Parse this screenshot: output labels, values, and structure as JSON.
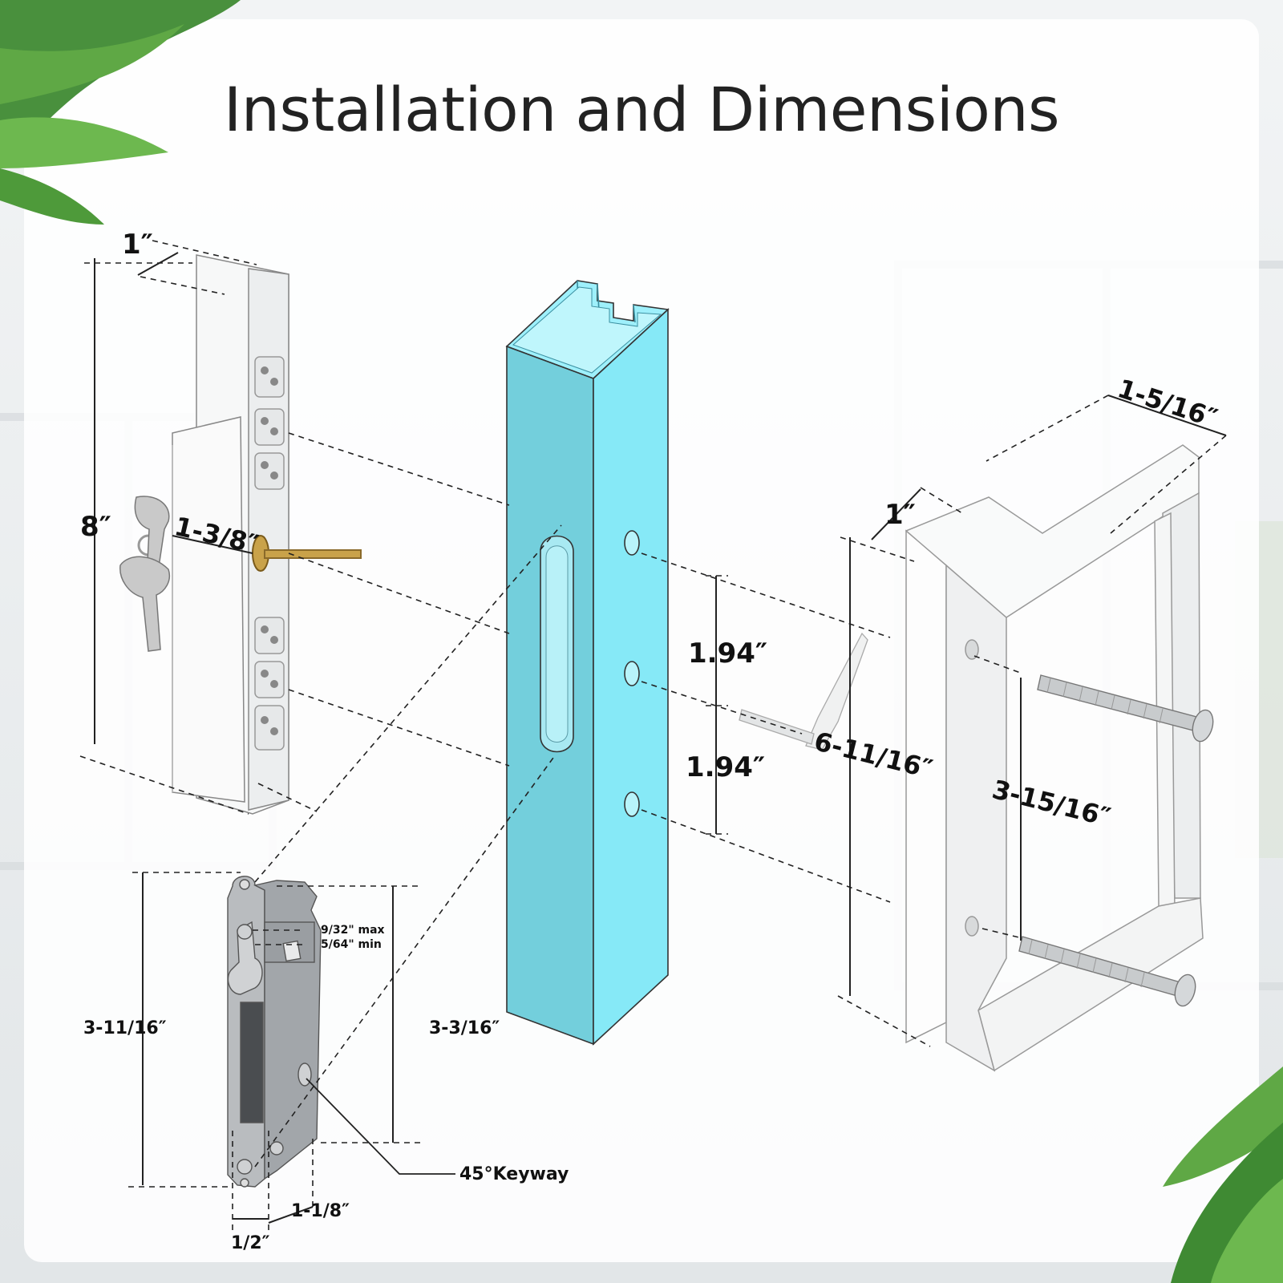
{
  "title": "Installation and Dimensions",
  "dimensions": {
    "handle_width": "1″",
    "handle_height": "8″",
    "handle_depth": "1-3/8″",
    "hole_spacing_upper": "1.94″",
    "hole_spacing_lower": "1.94″",
    "pull_depth": "1-5/16″",
    "pull_width": "1″",
    "pull_height": "6-11/16″",
    "screw_spacing": "3-15/16″",
    "mortise_height": "3-11/16″",
    "mortise_hole_spacing": "3-3/16″",
    "latch_max": "9/32\" max",
    "latch_min": "5/64\" min",
    "keyway": "45°Keyway",
    "faceplate_width": "1-1/8″",
    "backset": "1/2″"
  },
  "colors": {
    "frame_front": "#73cfdc",
    "frame_side": "#86e9f7",
    "frame_top": "#9ef0fb",
    "hardware": "#f7f8f8",
    "outline": "#222222"
  }
}
